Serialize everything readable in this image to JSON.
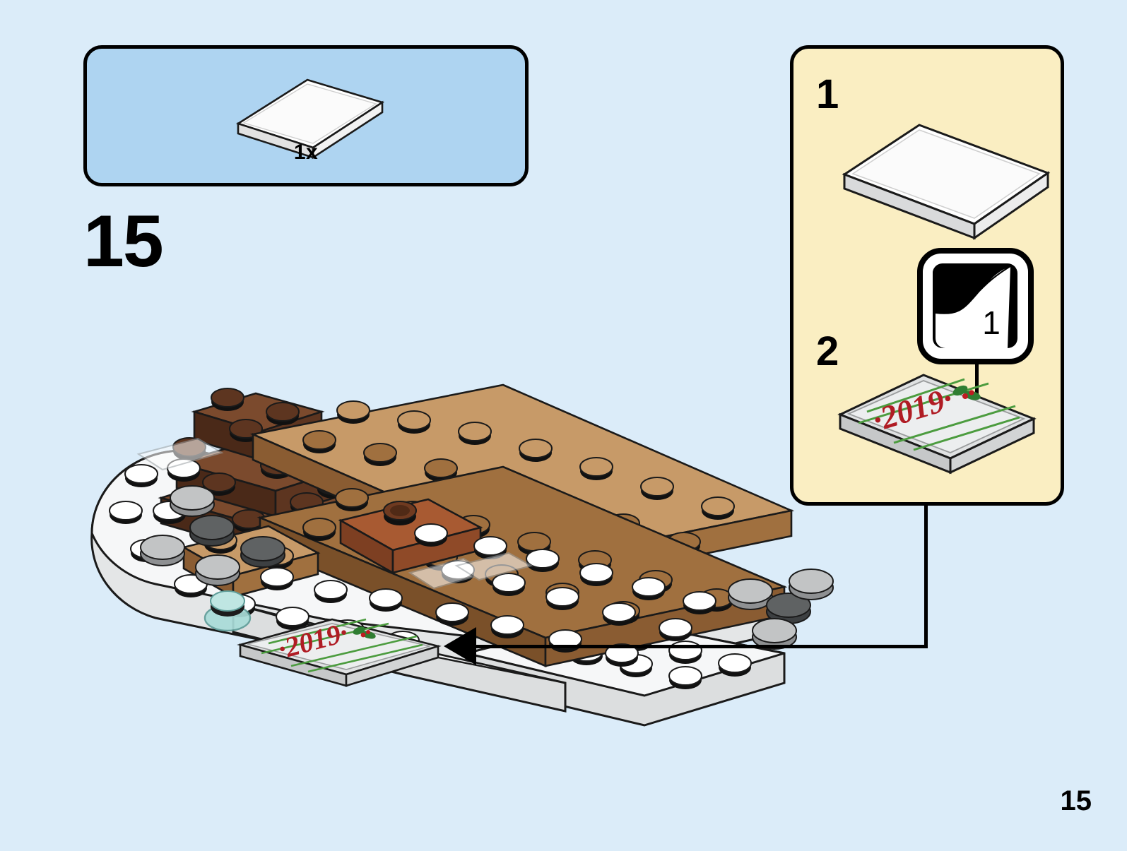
{
  "page": {
    "number": "15",
    "background_color": "#dbecf9"
  },
  "step": {
    "number": "15"
  },
  "parts_callout": {
    "quantity": "1x",
    "box_color": "#aed4f1",
    "part_name": "white-tile-2x4",
    "part_color": "#ffffff"
  },
  "sticker_panel": {
    "background_color": "#faeec2",
    "substep_1": "1",
    "substep_2": "2",
    "peel_icon_label": "1",
    "sticker_text": "·2019·",
    "sticker_year": "2019",
    "sticker_text_color": "#b01c24",
    "sticker_line_color": "#4c9c3f",
    "holly_leaf_color": "#2f7d32",
    "holly_berry_color": "#c01b22"
  },
  "model": {
    "sticker_tile_text": "·2019·",
    "colors": {
      "dark_brown": "#5d3520",
      "medium_brown": "#a0703f",
      "tan": "#c79a68",
      "rust": "#a85a32",
      "white": "#f4f4f4",
      "light_gray": "#b8b8b8",
      "dark_gray": "#5f6263",
      "teal": "#a9dcd8"
    }
  }
}
